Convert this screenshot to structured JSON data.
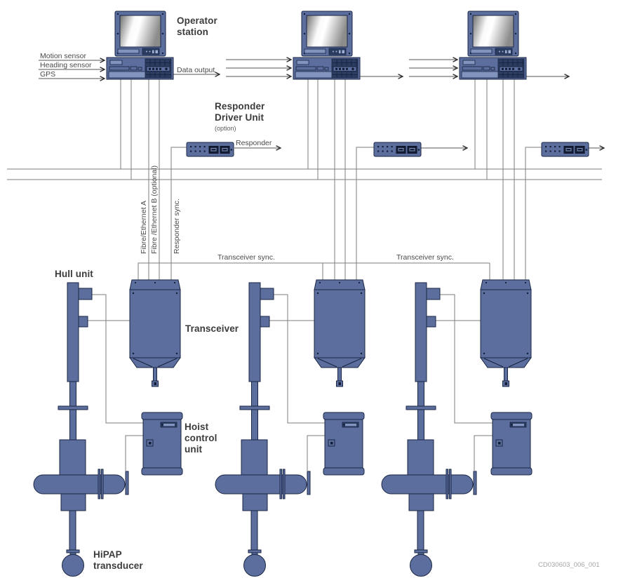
{
  "figure_id": "CD030603_006_001",
  "colors": {
    "device_blue": "#5b6e9d",
    "device_blue_light": "#8194bd",
    "device_dark": "#1a2644",
    "panel_dark": "#2b3c61",
    "wire_gray": "#7d7d7d",
    "label_text": "#3b3b3b",
    "muted_text": "#4a4a4a",
    "figure_text": "#a6a6a6"
  },
  "labels": {
    "operator_station": "Operator\nstation",
    "motion_sensor": "Motion sensor",
    "heading_sensor": "Heading sensor",
    "gps": "GPS",
    "data_output": "Data output",
    "responder_driver_unit": "Responder\nDriver Unit",
    "option": "(option)",
    "responder": "Responder",
    "fibre_ethernet_a": "Fibre/Ethernet A",
    "fibre_ethernet_b": "Fibre /Ethernet B (optional)",
    "responder_sync": "Responder sync.",
    "transceiver_sync_1": "Transceiver sync.",
    "transceiver_sync_2": "Transceiver sync.",
    "hull_unit": "Hull unit",
    "transceiver": "Transceiver",
    "hoist_control_unit": "Hoist\ncontrol\nunit",
    "hipap_transducer": "HiPAP\ntransducer"
  }
}
